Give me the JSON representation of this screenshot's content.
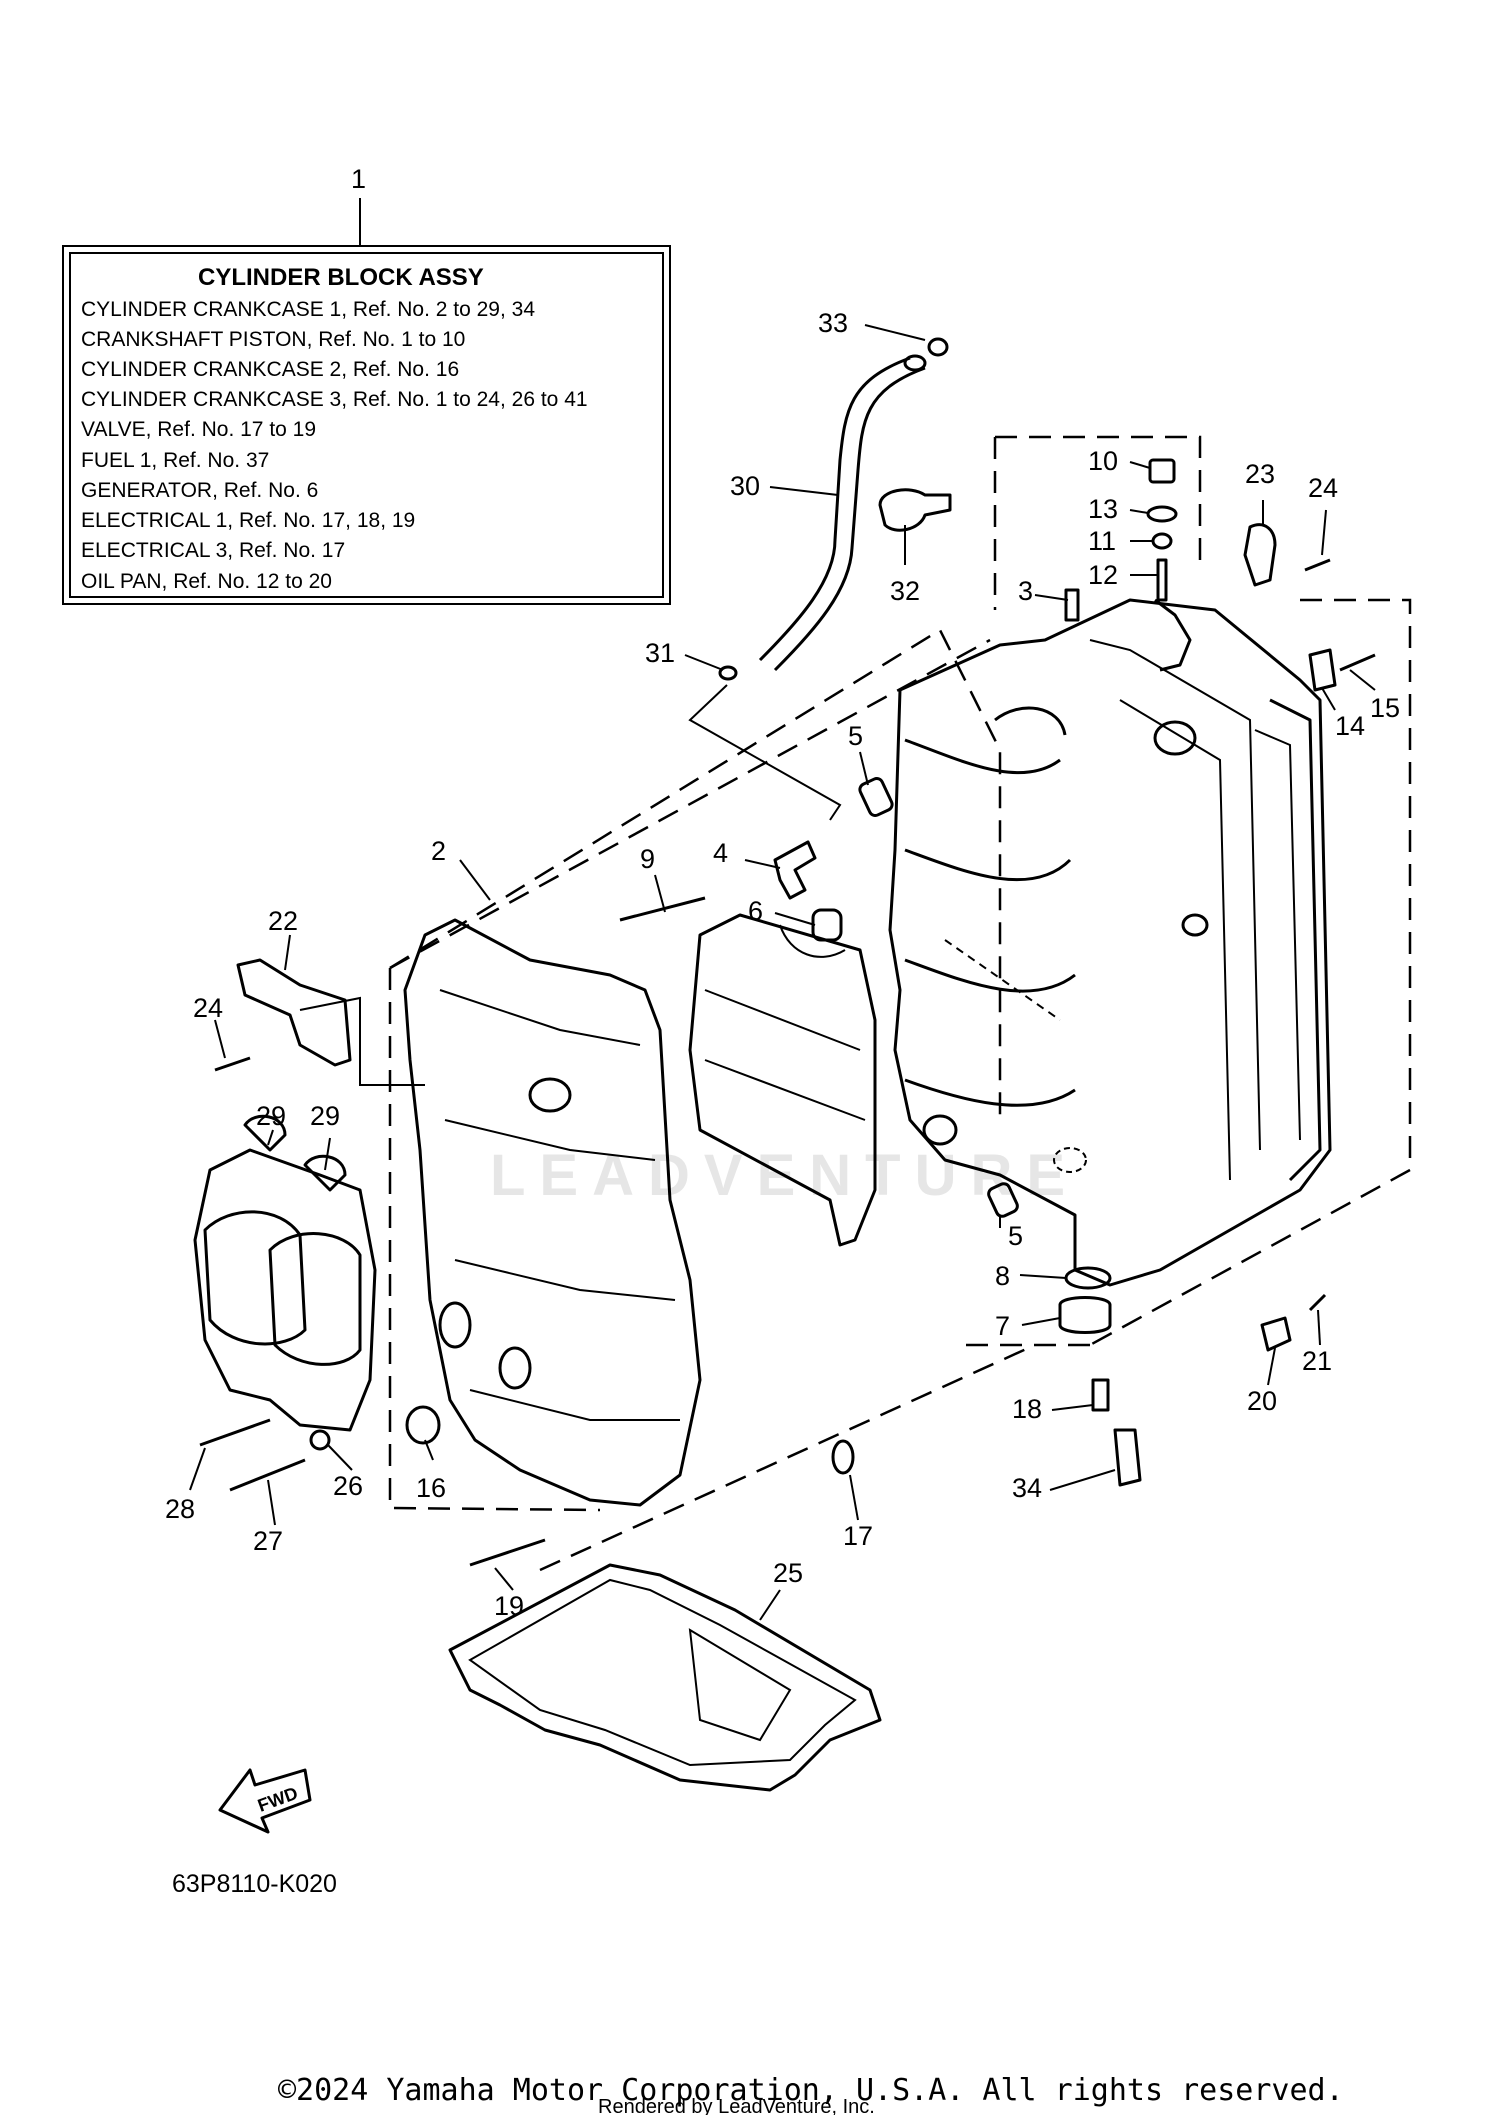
{
  "main_label": "1",
  "table": {
    "title": "CYLINDER BLOCK ASSY",
    "rows": [
      "CYLINDER CRANKCASE 1,  Ref. No. 2 to 29, 34",
      "CRANKSHAFT PISTON,  Ref. No. 1 to 10",
      "CYLINDER CRANKCASE 2,  Ref. No. 16",
      "CYLINDER CRANKCASE 3,  Ref. No. 1 to 24, 26 to 41",
      "VALVE,  Ref. No. 17 to 19",
      "FUEL 1,  Ref. No. 37",
      "GENERATOR,  Ref. No. 6",
      "ELECTRICAL 1,  Ref. No. 17, 18, 19",
      "ELECTRICAL 3,  Ref. No. 17",
      "OIL PAN,  Ref. No. 12 to 20"
    ]
  },
  "callouts": {
    "c2": "2",
    "c3": "3",
    "c4": "4",
    "c5a": "5",
    "c5b": "5",
    "c6": "6",
    "c7": "7",
    "c8": "8",
    "c9": "9",
    "c10": "10",
    "c11": "11",
    "c12": "12",
    "c13": "13",
    "c14": "14",
    "c15": "15",
    "c16": "16",
    "c17": "17",
    "c18": "18",
    "c19": "19",
    "c20": "20",
    "c21": "21",
    "c22": "22",
    "c23": "23",
    "c24a": "24",
    "c24b": "24",
    "c25": "25",
    "c26": "26",
    "c27": "27",
    "c28": "28",
    "c29a": "29",
    "c29b": "29",
    "c30": "30",
    "c31": "31",
    "c32": "32",
    "c33": "33",
    "c34": "34"
  },
  "fwd_label": "FWD",
  "diagram_code": "63P8110-K020",
  "watermark": "LEADVENTURE",
  "footer": {
    "copyright": "©2024 Yamaha Motor Corporation, U.S.A. All rights reserved.",
    "rendered_by": "Rendered by LeadVenture, Inc."
  }
}
